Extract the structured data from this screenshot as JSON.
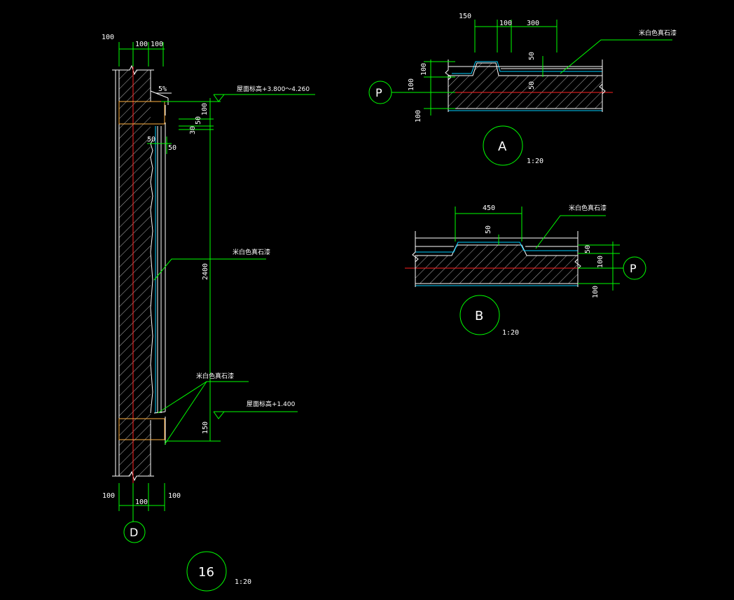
{
  "colors": {
    "background": "#000000",
    "dimension": "#00ff00",
    "outline": "#ffffff",
    "hatch": "#ffffff",
    "finish": "#00d0ff",
    "centerline": "#ff2020"
  },
  "section16": {
    "dims_top": [
      "100",
      "100",
      "100"
    ],
    "slope": "5%",
    "dims_right": [
      "100",
      "50",
      "30"
    ],
    "dims_inner": [
      "50",
      "50"
    ],
    "dim_height": "2400",
    "dim_bottom": "150",
    "elev_top": "屋面标高+3.800～4.260",
    "elev_bottom": "屋面标高+1.400",
    "material_mid": "米白色真石漆",
    "material_bottom": "米白色真石漆",
    "dims_bottom": [
      "100",
      "100",
      "100"
    ],
    "axis": "D",
    "title": "16",
    "scale": "1:20"
  },
  "detailA": {
    "dims_top": [
      "150",
      "100",
      "300"
    ],
    "dim_50a": "50",
    "dim_50b": "50",
    "dims_left": [
      "100",
      "100",
      "100"
    ],
    "material": "米白色真石漆",
    "axis": "P",
    "title": "A",
    "scale": "1:20"
  },
  "detailB": {
    "dim_top": "450",
    "dim_50": "50",
    "dims_right": [
      "50",
      "100",
      "100"
    ],
    "material": "米白色真石漆",
    "axis": "P",
    "title": "B",
    "scale": "1:20"
  }
}
